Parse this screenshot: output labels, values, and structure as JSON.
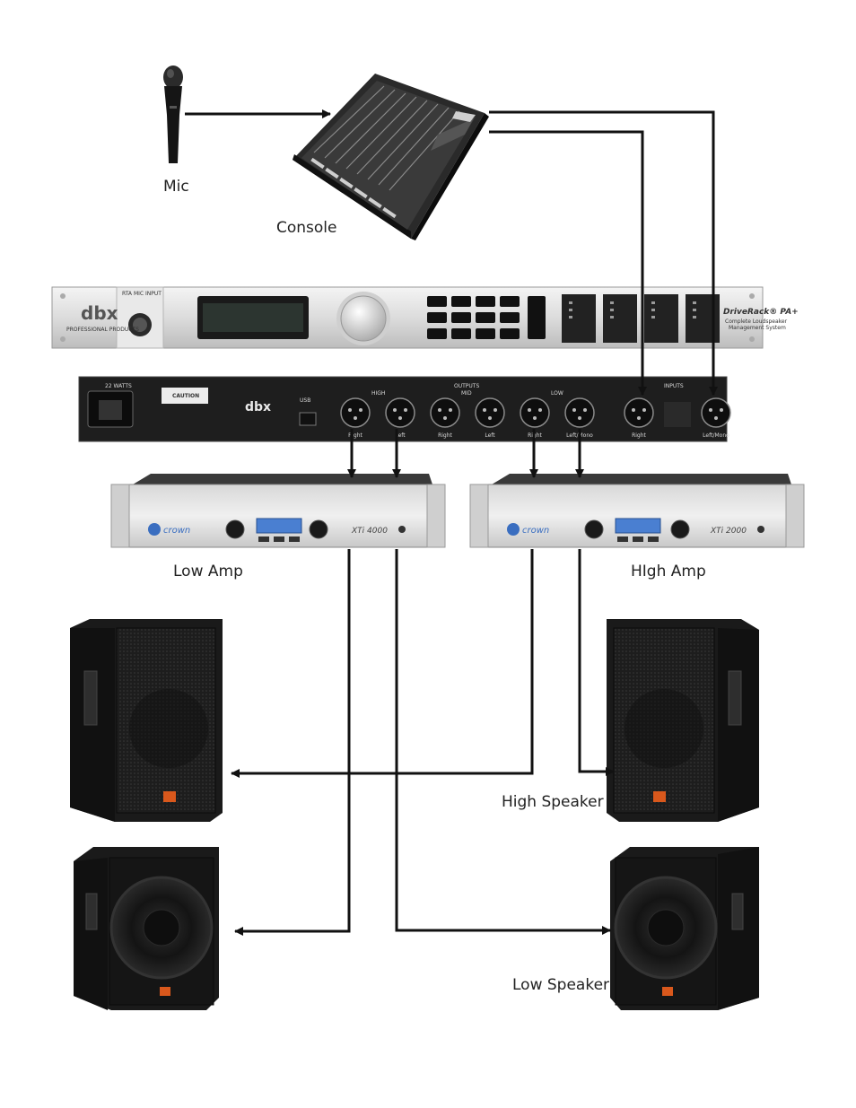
{
  "labels": {
    "mic": "Mic",
    "console": "Console",
    "low_amp": "Low Amp",
    "high_amp": "HIgh Amp",
    "high_speaker": "High Speaker",
    "low_speaker": "Low Speaker"
  },
  "processor": {
    "brand": "dbx",
    "brand_sub": "PROFESSIONAL PRODUCTS",
    "rta_label": "RTA MIC INPUT",
    "model": "DriveRack® PA+",
    "model_sub_1": "Complete Loudspeaker",
    "model_sub_2": "Management System",
    "rear_power": "22 WATTS",
    "rear_caution": "CAUTION",
    "rear_usb": "USB",
    "rear_outputs": "OUTPUTS",
    "rear_inputs": "INPUTS",
    "out_high": "HIGH",
    "out_mid": "MID",
    "out_low": "LOW",
    "jack_labels": [
      "Right",
      "Left",
      "Right",
      "Left",
      "Right",
      "Left/Mono"
    ],
    "input_labels": [
      "Right",
      "Left/Mono"
    ]
  },
  "amps": {
    "brand": "crown",
    "low_model": "XTi 4000",
    "high_model": "XTi 2000"
  },
  "colors": {
    "wire": "#111111",
    "rack_silver": "#e4e4e4",
    "rear_panel": "#1e1e1e",
    "amp_display": "#4a7fd1",
    "speaker_body": "#1a1a1a",
    "jbl_badge": "#d9581c"
  }
}
